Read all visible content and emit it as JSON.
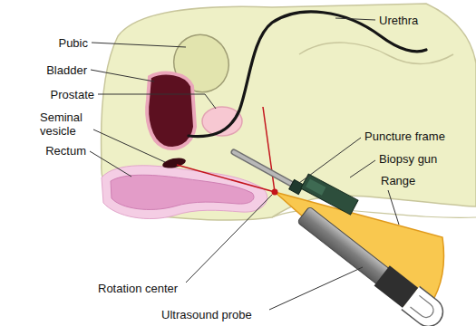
{
  "diagram": {
    "labels": [
      "Urethra",
      "Pubic",
      "Bladder",
      "Prostate",
      "Seminal vesicle",
      "Rectum",
      "Puncture frame",
      "Biopsy gun",
      "Range",
      "Rotation center",
      "Ultrasound probe"
    ]
  }
}
